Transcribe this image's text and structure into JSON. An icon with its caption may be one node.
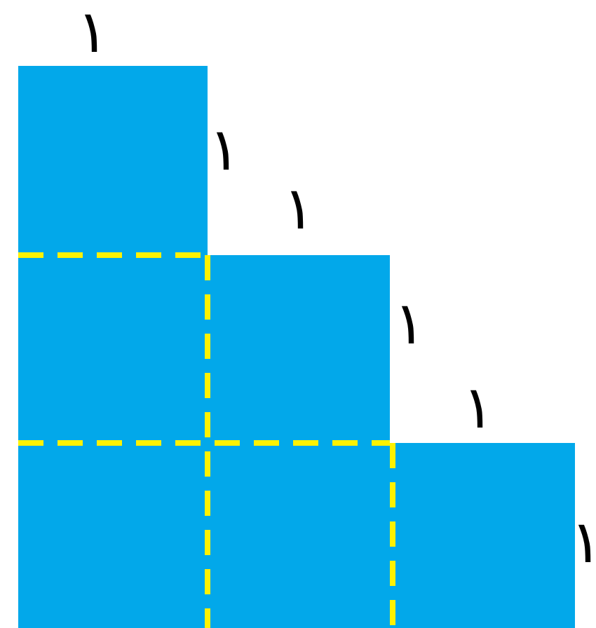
{
  "diagram": {
    "labels": [
      "١",
      "١",
      "١",
      "١",
      "١",
      "١"
    ]
  }
}
